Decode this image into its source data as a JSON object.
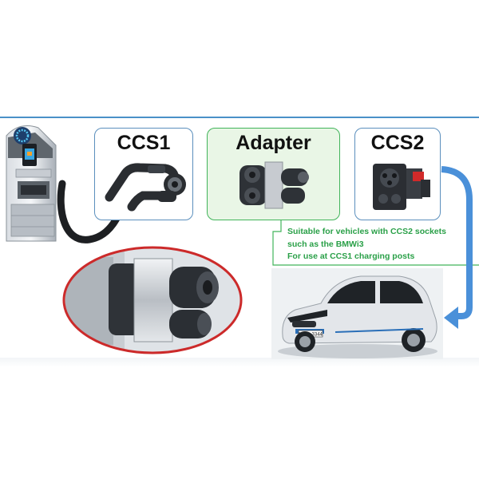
{
  "diagram": {
    "panels": {
      "ccs1": {
        "title": "CCS1"
      },
      "adapter": {
        "title": "Adapter"
      },
      "ccs2": {
        "title": "CCS2"
      }
    },
    "caption": {
      "line1": "Suitable for vehicles with CCS2 sockets",
      "line2": "such as the BMWi3",
      "line3": "For use at CCS1 charging posts"
    },
    "car": {
      "plate": "M·GL 3344"
    },
    "colors": {
      "rule": "#4a90c8",
      "panel_border_blue": "#5b8fbd",
      "panel_border_green": "#41b45a",
      "adapter_fill": "#e9f6e6",
      "caption_text": "#2aa048",
      "arrow": "#4a90d9",
      "zoom_ring": "#cc2a2a"
    }
  }
}
